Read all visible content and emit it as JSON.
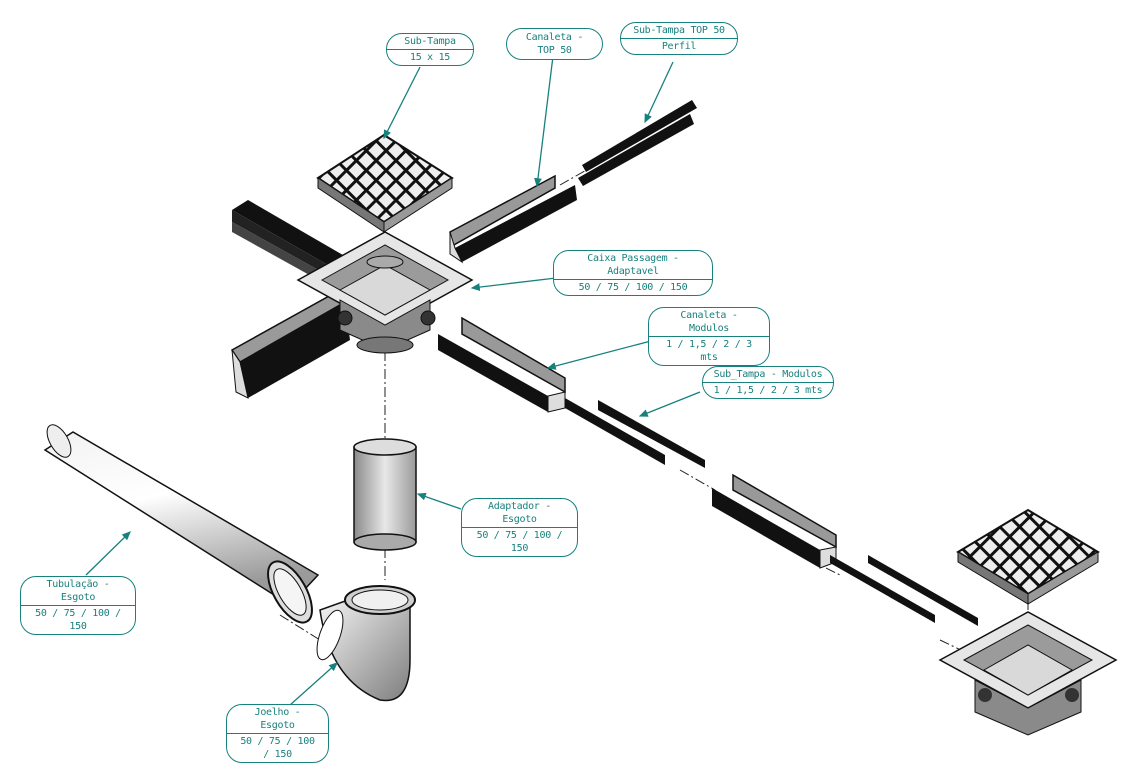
{
  "title": "Exploded assembly – drainage channel system",
  "colors": {
    "leader": "#17817d",
    "part_dark": "#111111",
    "part_mid": "#8c8c8c",
    "part_light": "#e4e4e4"
  },
  "callouts": [
    {
      "id": "sub-tampa-15",
      "line1": "Sub-Tampa",
      "line2": "15 x 15"
    },
    {
      "id": "canaleta-top50",
      "line1": "Canaleta - TOP 50",
      "line2": null
    },
    {
      "id": "sub-tampa-top50",
      "line1": "Sub-Tampa TOP 50",
      "line2": "Perfil"
    },
    {
      "id": "caixa-passagem",
      "line1": "Caixa Passagem - Adaptavel",
      "line2": "50 / 75 / 100 / 150"
    },
    {
      "id": "canaleta-modulos",
      "line1": "Canaleta - Modulos",
      "line2": "1 / 1,5 / 2  / 3 mts"
    },
    {
      "id": "sub-tampa-modulos",
      "line1": "Sub_Tampa - Modulos",
      "line2": "1 / 1,5 / 2  / 3 mts"
    },
    {
      "id": "adaptador-esgoto",
      "line1": "Adaptador - Esgoto",
      "line2": "50 / 75 / 100 / 150"
    },
    {
      "id": "tubulacao-esgoto",
      "line1": "Tubulação - Esgoto",
      "line2": "50 / 75 / 100 / 150"
    },
    {
      "id": "joelho-esgoto",
      "line1": "Joelho - Esgoto",
      "line2": "50 / 75 / 100 / 150"
    }
  ]
}
